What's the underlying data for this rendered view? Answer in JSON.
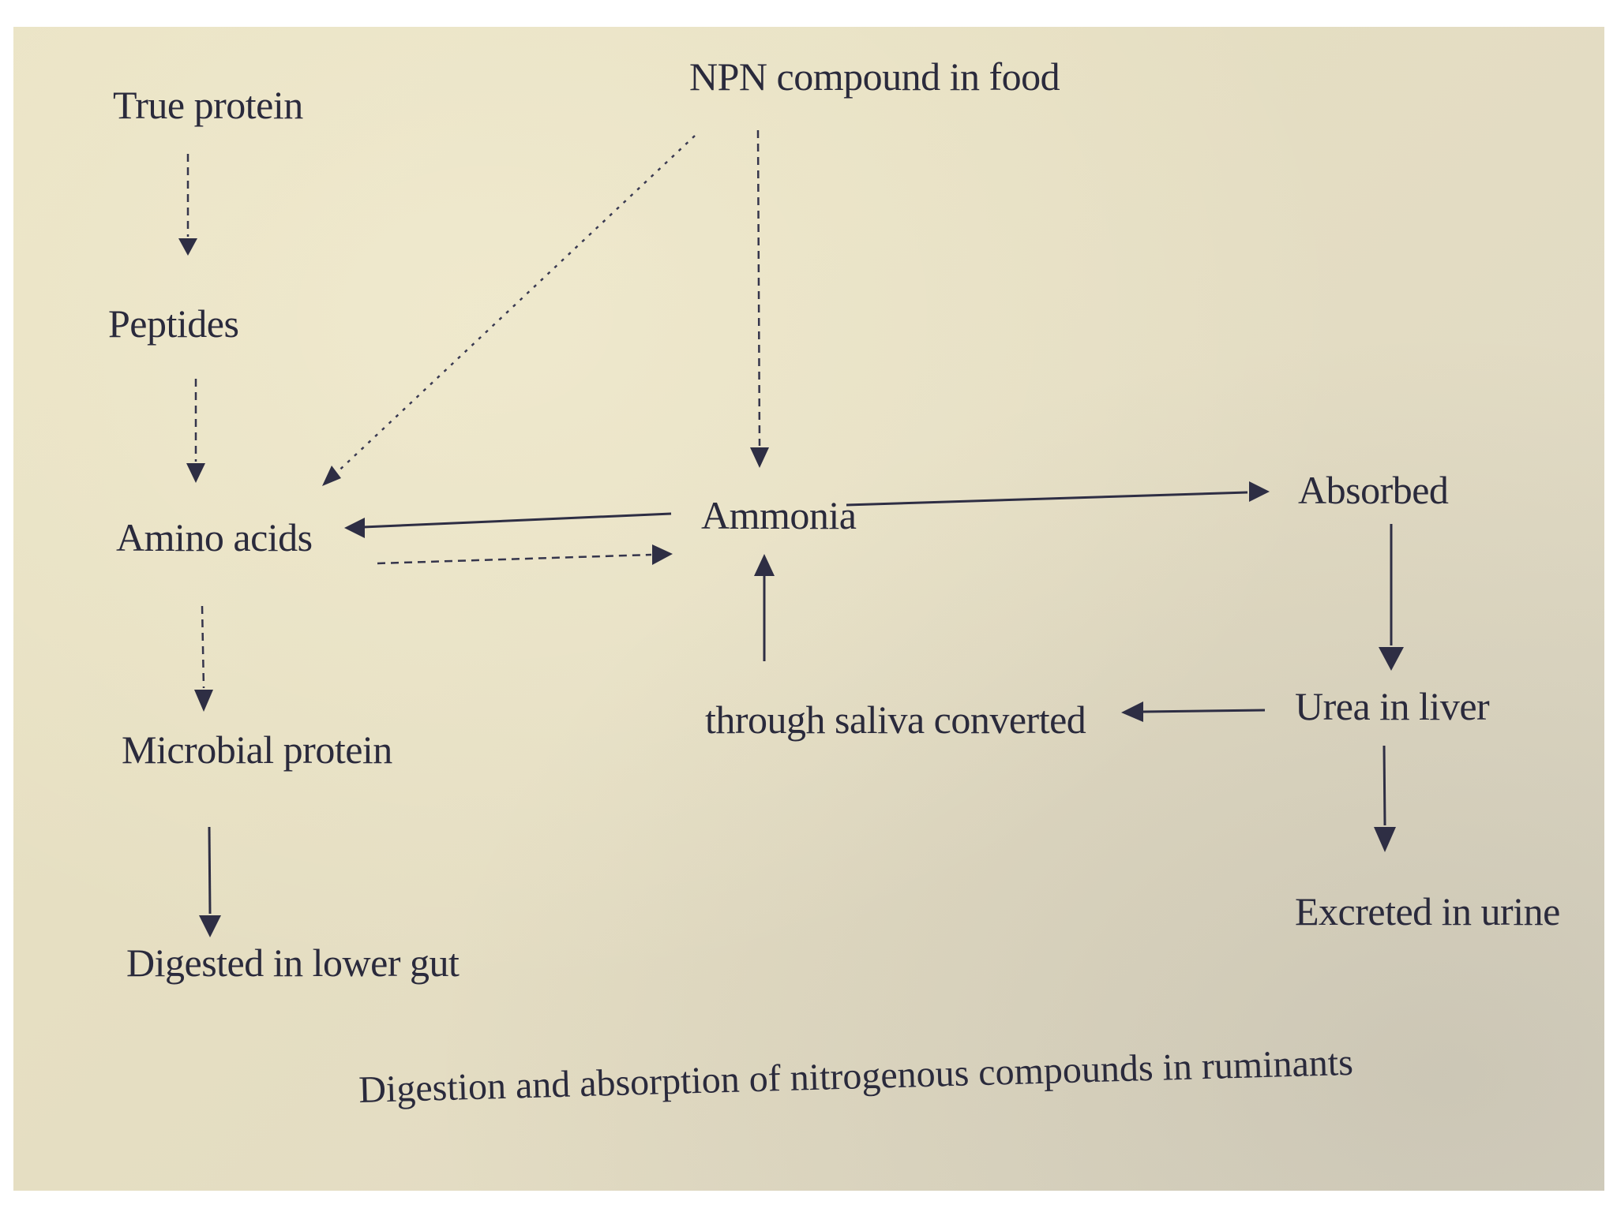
{
  "diagram": {
    "nodes": {
      "true_protein": "True protein",
      "npn_compound": "NPN compound in food",
      "peptides": "Peptides",
      "amino_acids": "Amino acids",
      "ammonia": "Ammonia",
      "absorbed": "Absorbed",
      "microbial_protein": "Microbial protein",
      "saliva_converted": "through saliva converted",
      "urea_in_liver": "Urea in liver",
      "digested_lower_gut": "Digested in lower gut",
      "excreted_in_urine": "Excreted in urine"
    },
    "edges": [
      {
        "from": "True protein",
        "to": "Peptides"
      },
      {
        "from": "Peptides",
        "to": "Amino acids"
      },
      {
        "from": "NPN compound in food",
        "to": "Amino acids"
      },
      {
        "from": "NPN compound in food",
        "to": "Ammonia"
      },
      {
        "from": "Ammonia",
        "to": "Amino acids"
      },
      {
        "from": "Amino acids",
        "to": "Ammonia"
      },
      {
        "from": "Ammonia",
        "to": "Absorbed"
      },
      {
        "from": "Amino acids",
        "to": "Microbial protein"
      },
      {
        "from": "Microbial protein",
        "to": "Digested in lower gut"
      },
      {
        "from": "Absorbed",
        "to": "Urea in liver"
      },
      {
        "from": "Urea in liver",
        "to": "through saliva converted"
      },
      {
        "from": "through saliva converted",
        "to": "Ammonia"
      },
      {
        "from": "Urea in liver",
        "to": "Excreted in urine"
      }
    ],
    "caption": "Digestion and absorption of nitrogenous compounds in ruminants",
    "colors": {
      "paper": "#e6dfc2",
      "ink": "#2a2a3c"
    }
  }
}
